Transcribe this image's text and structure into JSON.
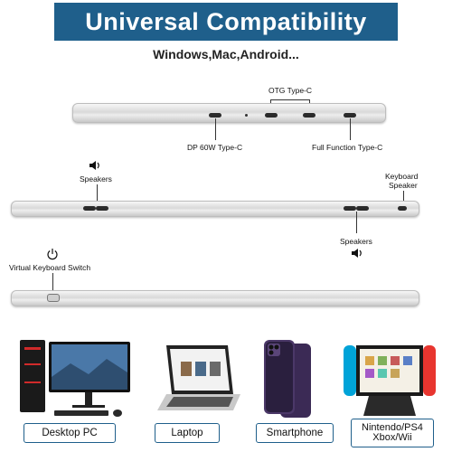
{
  "banner": {
    "title": "Universal Compatibility"
  },
  "subtitle": "Windows,Mac,Android...",
  "ports_top": {
    "otg": "OTG Type-C",
    "dp": "DP 60W Type-C",
    "full": "Full Function Type-C"
  },
  "side_middle": {
    "speakers_left": "Speakers",
    "keyboard_speaker_line1": "Keyboard",
    "keyboard_speaker_line2": "Speaker",
    "speakers_right": "Speakers"
  },
  "side_bottom": {
    "virtual_keyboard": "Virtual Keyboard Switch"
  },
  "devices": [
    {
      "label": "Desktop PC"
    },
    {
      "label": "Laptop"
    },
    {
      "label": "Smartphone"
    },
    {
      "label_line1": "Nintendo/PS4",
      "label_line2": "Xbox/Wii"
    }
  ],
  "colors": {
    "accent": "#1f5f8b",
    "silver": "#d9d9d9"
  }
}
